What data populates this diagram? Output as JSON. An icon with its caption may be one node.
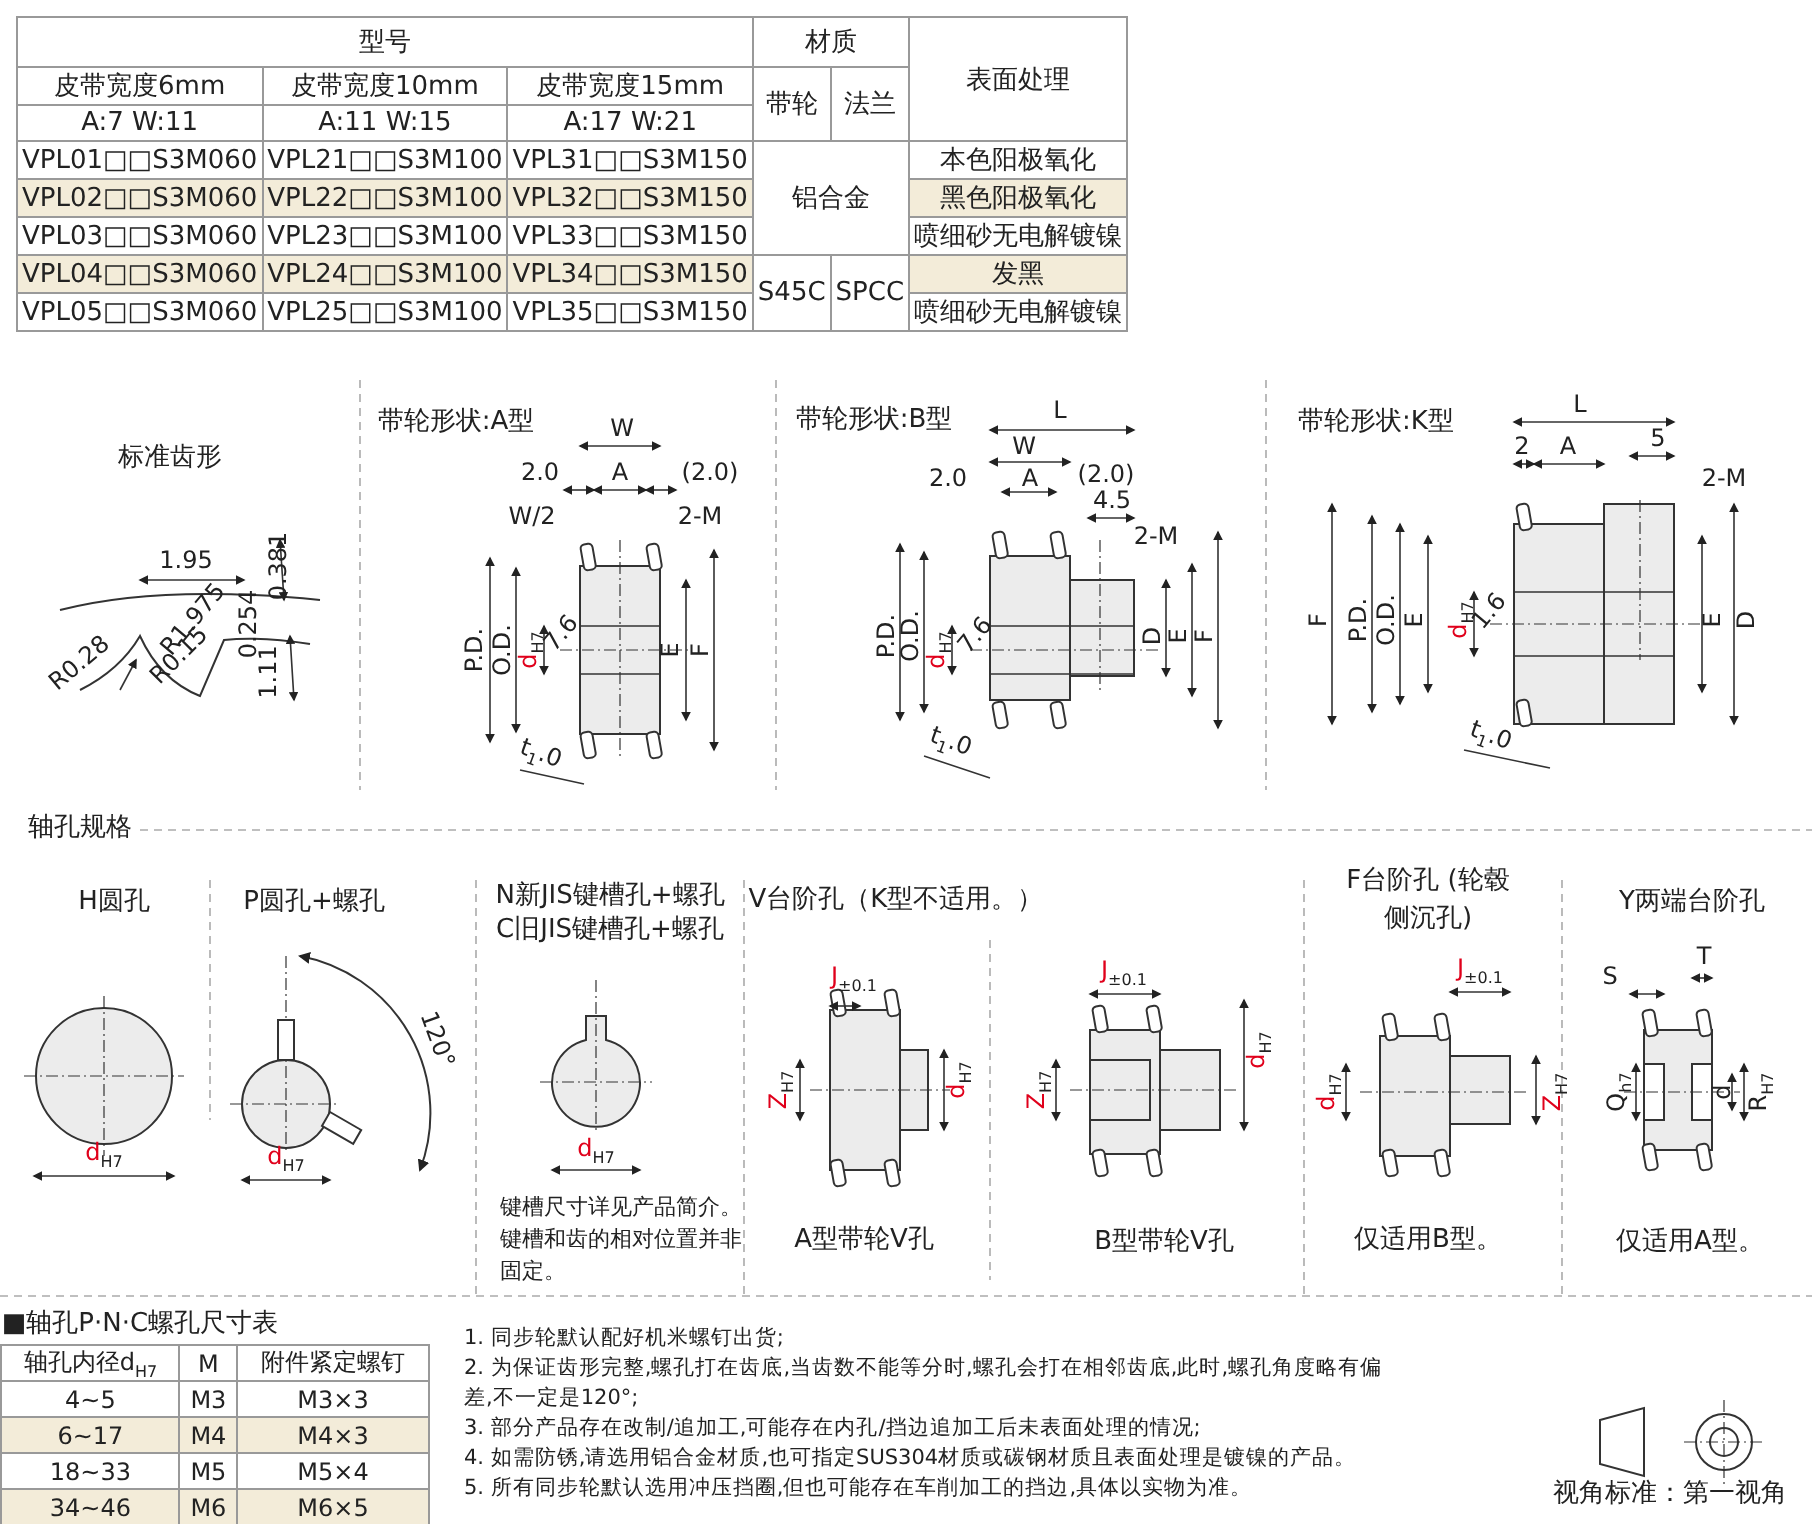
{
  "diagram": {
    "labels": [
      "型号",
      "材质",
      "皮带宽度6mm",
      "皮带宽度10mm",
      "皮带宽度15mm",
      "带轮",
      "法兰",
      "表面处理",
      "A:7 W:11",
      "A:11 W:15",
      "A:17 W:21",
      "VPL01□□S3M060",
      "VPL21□□S3M100",
      "VPL31□□S3M150",
      "铝合金",
      "本色阳极氧化",
      "VPL02□□S3M060",
      "VPL22□□S3M100",
      "VPL32□□S3M150",
      "黑色阳极氧化",
      "VPL03□□S3M060",
      "VPL23□□S3M100",
      "VPL33□□S3M150",
      "喷细砂无电解镀镍",
      "VPL04□□S3M060",
      "VPL24□□S3M100",
      "VPL34□□S3M150",
      "S45C",
      "SPCC",
      "发黑",
      "VPL05□□S3M060",
      "VPL25□□S3M100",
      "VPL35□□S3M150",
      "喷细砂无电解镀镍",
      "标准齿形",
      "1.95",
      "R1.975",
      "0.381",
      "0.254",
      "R0.28",
      "R0.15",
      "1.11",
      "带轮形状:A型",
      "W",
      "2.0",
      "A",
      "(2.0)",
      "W/2",
      "2-M",
      "P.D.",
      "O.D.",
      "d$_{H7}$",
      "7.6",
      "E",
      "F",
      "t$_{1}$.0",
      "带轮形状:B型",
      "L",
      "W",
      "2.0",
      "A",
      "(2.0)",
      "4.5",
      "2-M",
      "P.D.",
      "O.D.",
      "d$_{H7}$",
      "7.6",
      "D",
      "E",
      "F",
      "t$_{1}$.0",
      "带轮形状:K型",
      "L",
      "2",
      "A",
      "5",
      "2-M",
      "F",
      "P.D.",
      "O.D.",
      "E",
      "d$_{H7}$",
      "1.6",
      "E",
      "D",
      "t$_{1}$.0",
      "轴孔规格",
      "H圆孔",
      "d$_{H7}$",
      "P圆孔+螺孔",
      "120°",
      "d$_{H7}$",
      "N新JIS键槽孔+螺孔",
      "C旧JIS键槽孔+螺孔",
      "d$_{H7}$",
      "键槽尺寸详见产品简介。键槽和齿的相对位置并非固定。",
      "V台阶孔（K型不适用。）",
      "J$_{±0.1}$",
      "Z$_{H7}$",
      "d$_{H7}$",
      "A型带轮V孔",
      "J$_{±0.1}$",
      "Z$_{H7}$",
      "d$_{H7}$",
      "B型带轮V孔",
      "F台阶孔 (轮毂侧沉孔)",
      "J$_{±0.1}$",
      "d$_{H7}$",
      "Z$_{H7}$",
      "仅适用B型。",
      "Y两端台阶孔",
      "S",
      "T",
      "Q$_{h7}$",
      "d",
      "R$_{H7}$",
      "仅适用A型。",
      "■轴孔P·N·C螺孔尺寸表",
      "轴孔内径d$_{H7}$",
      "M",
      "附件紧定螺钉",
      "4~5",
      "M3",
      "M3×3",
      "6~17",
      "M4",
      "M4×3",
      "18~33",
      "M5",
      "M5×4",
      "34~46",
      "M6",
      "M6×5",
      "1. 同步轮默认配好机米螺钉出货;",
      "2. 为保证齿形完整,螺孔打在齿底,当齿数不能等分时,螺孔会打在相邻齿底,此时,螺孔角度略有偏差,不一定是120°;",
      "3. 部分产品存在改制/追加工,可能存在内孔/挡边追加工后未表面处理的情况;",
      "4. 如需防锈,请选用铝合金材质,也可指定SUS304材质或碳钢材质且表面处理是镀镍的产品。",
      "5. 所有同步轮默认选用冲压挡圈,但也可能存在车削加工的挡边,具体以实物为准。",
      "视角标准：第一视角"
    ]
  }
}
